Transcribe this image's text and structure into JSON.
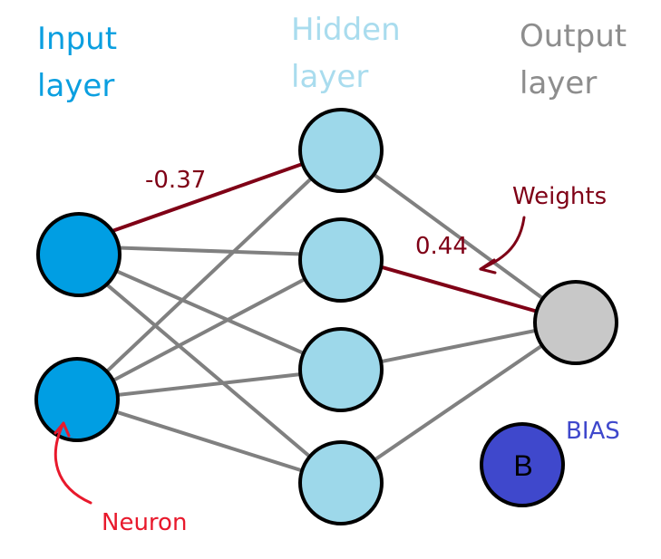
{
  "labels": {
    "input_line1": "Input",
    "input_line2": "layer",
    "hidden_line1": "Hidden",
    "hidden_line2": "layer",
    "output_line1": "Output",
    "output_line2": "layer",
    "weight_top": "-0.37",
    "weight_mid": "0.44",
    "weights": "Weights",
    "neuron": "Neuron",
    "bias_letter": "B",
    "bias": "BIAS"
  },
  "colors": {
    "input_label": "#0b9fe0",
    "hidden_label": "#a9dcee",
    "output_label": "#8d8d8d",
    "input_node": "#009ee3",
    "hidden_node": "#9dd8ea",
    "output_node": "#c8c8c8",
    "bias_node": "#3f48cc",
    "bias_label": "#3f48cc",
    "edge": "#808080",
    "weight": "#7f0016",
    "neuron_note": "#e8192c"
  },
  "diagram": {
    "layers": {
      "input": [
        "input-neuron-1",
        "input-neuron-2"
      ],
      "hidden": [
        "hidden-neuron-1",
        "hidden-neuron-2",
        "hidden-neuron-3",
        "hidden-neuron-4"
      ],
      "output": [
        "output-neuron"
      ]
    },
    "bias_node": "bias-node",
    "highlighted_weights": [
      {
        "from": "input-neuron-1",
        "to": "hidden-neuron-1",
        "value": "-0.37"
      },
      {
        "from": "hidden-neuron-2",
        "to": "output-neuron",
        "value": "0.44"
      }
    ]
  }
}
